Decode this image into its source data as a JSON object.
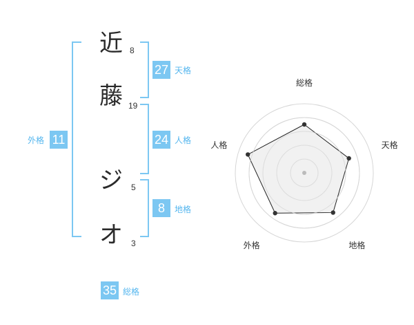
{
  "name": {
    "characters": [
      {
        "char": "近",
        "strokes": "8"
      },
      {
        "char": "藤",
        "strokes": "19"
      },
      {
        "char": "ジ",
        "strokes": "5"
      },
      {
        "char": "オ",
        "strokes": "3"
      }
    ]
  },
  "fortune": {
    "tenkaku": {
      "label": "天格",
      "value": "27"
    },
    "jinkaku": {
      "label": "人格",
      "value": "24"
    },
    "chikaku": {
      "label": "地格",
      "value": "8"
    },
    "gaikaku": {
      "label": "外格",
      "value": "11"
    },
    "soukaku": {
      "label": "総格",
      "value": "35"
    }
  },
  "radar": {
    "axes": [
      "総格",
      "天格",
      "地格",
      "外格",
      "人格"
    ],
    "levels": 5,
    "values": [
      0.7,
      0.68,
      0.71,
      0.72,
      0.86
    ],
    "colors": {
      "fill": "#eeeeee",
      "line": "#222222",
      "grid": "#d6d6d6",
      "point": "#333333",
      "center": "#bbbbbb"
    }
  },
  "colors": {
    "accent": "#7cc7f2",
    "label": "#56b7ef"
  }
}
